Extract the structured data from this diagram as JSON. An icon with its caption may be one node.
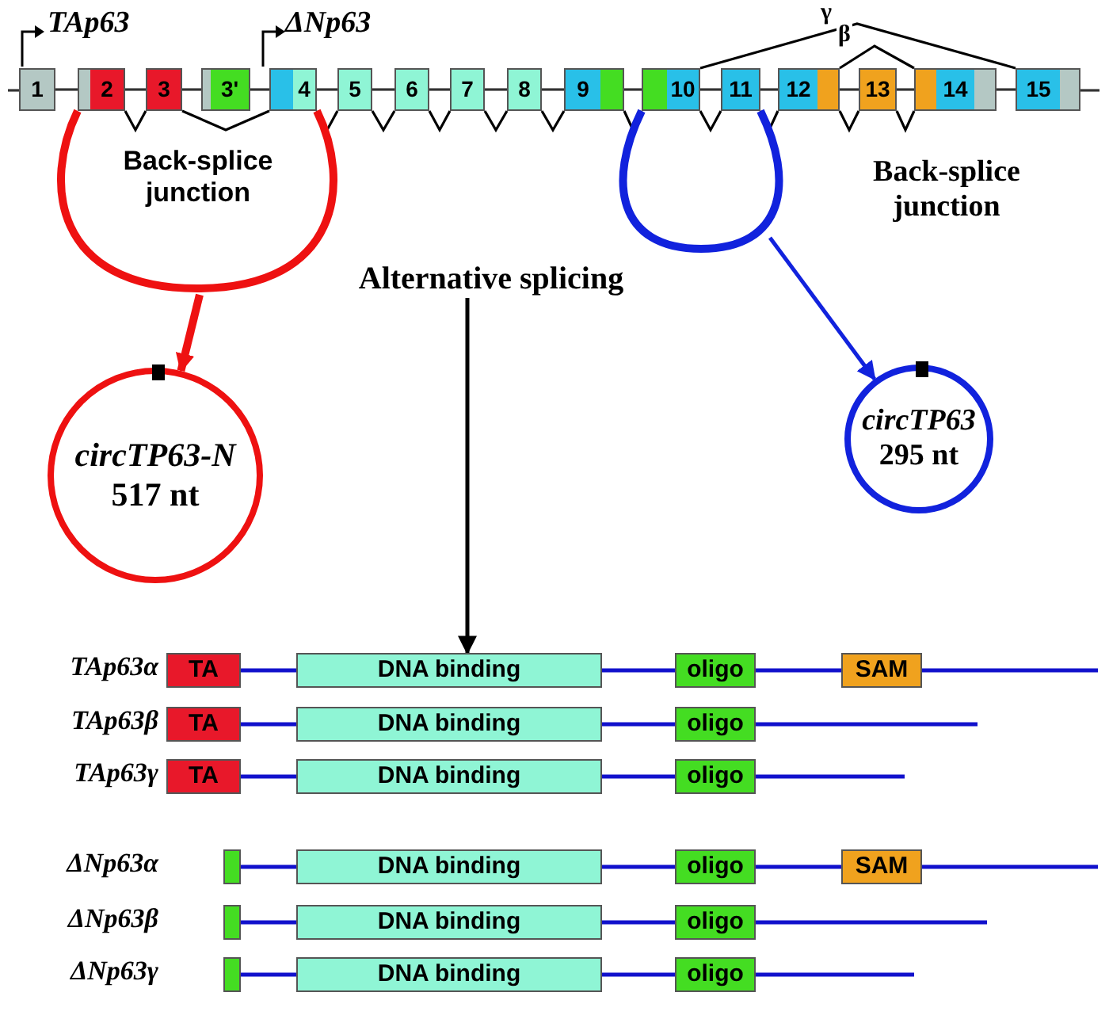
{
  "diagram": {
    "nodes": [
      {
        "text": [
          "1"
        ]
      },
      {
        "text": [
          "2"
        ]
      },
      {
        "text": [
          "3"
        ]
      },
      {
        "text": [
          "3'"
        ]
      },
      {
        "text": [
          "4"
        ]
      },
      {
        "text": [
          "5"
        ]
      },
      {
        "text": [
          "6"
        ]
      },
      {
        "text": [
          "7"
        ]
      },
      {
        "text": [
          "8"
        ]
      },
      {
        "text": [
          "9"
        ]
      },
      {
        "text": [
          "10"
        ]
      },
      {
        "text": [
          "11"
        ]
      },
      {
        "text": [
          "12"
        ]
      },
      {
        "text": [
          "13"
        ]
      },
      {
        "text": [
          "14"
        ]
      },
      {
        "text": [
          "15"
        ]
      },
      {
        "text": [
          "circTP63-N",
          "517 nt"
        ]
      },
      {
        "text": [
          "circTP63",
          "295 nt"
        ]
      },
      {
        "text": [
          "Alternative splicing"
        ]
      },
      {
        "text": [
          "TA"
        ]
      },
      {
        "text": [
          "DNA binding"
        ]
      },
      {
        "text": [
          "oligo"
        ]
      },
      {
        "text": [
          "SAM"
        ]
      },
      {
        "text": [
          "TA"
        ]
      },
      {
        "text": [
          "DNA binding"
        ]
      },
      {
        "text": [
          "oligo"
        ]
      },
      {
        "text": [
          "TA"
        ]
      },
      {
        "text": [
          "DNA binding"
        ]
      },
      {
        "text": [
          "oligo"
        ]
      },
      {
        "text": [],
        "shape": "bar"
      },
      {
        "text": [
          "DNA binding"
        ]
      },
      {
        "text": [
          "oligo"
        ]
      },
      {
        "text": [
          "SAM"
        ]
      },
      {
        "text": [],
        "shape": "bar"
      },
      {
        "text": [
          "DNA binding"
        ]
      },
      {
        "text": [
          "oligo"
        ]
      },
      {
        "text": [],
        "shape": "bar"
      },
      {
        "text": [
          "DNA binding"
        ]
      },
      {
        "text": [
          "oligo"
        ]
      }
    ],
    "edges": [
      {
        "from": 1,
        "to": 2,
        "arrow": "none",
        "color": "#000000"
      },
      {
        "from": 2,
        "to": 4,
        "arrow": "none",
        "color": "#000000"
      },
      {
        "from": 4,
        "to": 5,
        "arrow": "none",
        "color": "#000000"
      },
      {
        "from": 5,
        "to": 6,
        "arrow": "none",
        "color": "#000000"
      },
      {
        "from": 6,
        "to": 7,
        "arrow": "none",
        "color": "#000000"
      },
      {
        "from": 7,
        "to": 8,
        "arrow": "none",
        "color": "#000000"
      },
      {
        "from": 8,
        "to": 9,
        "arrow": "none",
        "color": "#000000"
      },
      {
        "from": 9,
        "to": 10,
        "arrow": "none",
        "color": "#000000"
      },
      {
        "from": 10,
        "to": 11,
        "arrow": "none",
        "color": "#000000"
      },
      {
        "from": 11,
        "to": 12,
        "arrow": "none",
        "color": "#000000"
      },
      {
        "from": 12,
        "to": 13,
        "arrow": "none",
        "color": "#000000"
      },
      {
        "from": 13,
        "to": 14,
        "arrow": "none",
        "color": "#000000"
      },
      {
        "from": 10,
        "to": 15,
        "arrow": "none",
        "label": "γ",
        "color": "#000000"
      },
      {
        "from": 12,
        "to": 14,
        "arrow": "none",
        "label": "β",
        "color": "#000000"
      },
      {
        "from": 1,
        "to": 4,
        "arrow": "none",
        "style": "thick",
        "color": "#ee1111"
      },
      {
        "from": 10,
        "to": 11,
        "arrow": "none",
        "style": "thick",
        "color": "#1122dd"
      },
      {
        "from": null,
        "to": 16,
        "arrow": "to",
        "style": "thick",
        "color": "#ee1111"
      },
      {
        "from": null,
        "to": 17,
        "arrow": "to",
        "color": "#1122dd"
      },
      {
        "from": 18,
        "to": 20,
        "arrow": "to",
        "color": "#000000"
      },
      {
        "from": 19,
        "to": 20,
        "arrow": "none",
        "color": "#1111cc"
      },
      {
        "from": 20,
        "to": 21,
        "arrow": "none",
        "color": "#1111cc"
      },
      {
        "from": 21,
        "to": 22,
        "arrow": "none",
        "color": "#1111cc"
      },
      {
        "from": 22,
        "to": null,
        "arrow": "none",
        "color": "#1111cc"
      },
      {
        "from": 23,
        "to": 24,
        "arrow": "none",
        "color": "#1111cc"
      },
      {
        "from": 24,
        "to": 25,
        "arrow": "none",
        "color": "#1111cc"
      },
      {
        "from": 25,
        "to": null,
        "arrow": "none",
        "color": "#1111cc"
      },
      {
        "from": 26,
        "to": 27,
        "arrow": "none",
        "color": "#1111cc"
      },
      {
        "from": 27,
        "to": 28,
        "arrow": "none",
        "color": "#1111cc"
      },
      {
        "from": 28,
        "to": null,
        "arrow": "none",
        "color": "#1111cc"
      },
      {
        "from": 29,
        "to": 30,
        "arrow": "none",
        "color": "#1111cc"
      },
      {
        "from": 30,
        "to": 31,
        "arrow": "none",
        "color": "#1111cc"
      },
      {
        "from": 31,
        "to": 32,
        "arrow": "none",
        "color": "#1111cc"
      },
      {
        "from": 32,
        "to": null,
        "arrow": "none",
        "color": "#1111cc"
      },
      {
        "from": 33,
        "to": 34,
        "arrow": "none",
        "color": "#1111cc"
      },
      {
        "from": 34,
        "to": 35,
        "arrow": "none",
        "color": "#1111cc"
      },
      {
        "from": 35,
        "to": null,
        "arrow": "none",
        "color": "#1111cc"
      },
      {
        "from": 36,
        "to": 37,
        "arrow": "none",
        "color": "#1111cc"
      },
      {
        "from": 37,
        "to": 38,
        "arrow": "none",
        "color": "#1111cc"
      },
      {
        "from": 38,
        "to": null,
        "arrow": "none",
        "color": "#1111cc"
      },
      {
        "from": null,
        "to": 0,
        "arrow": "none",
        "color": "#333333"
      },
      {
        "from": 0,
        "to": 1,
        "arrow": "none",
        "color": "#333333"
      },
      {
        "from": 1,
        "to": 2,
        "arrow": "none",
        "color": "#333333"
      },
      {
        "from": 2,
        "to": 3,
        "arrow": "none",
        "color": "#333333"
      },
      {
        "from": 3,
        "to": 4,
        "arrow": "none",
        "color": "#333333"
      },
      {
        "from": 4,
        "to": 5,
        "arrow": "none",
        "color": "#333333"
      },
      {
        "from": 5,
        "to": 6,
        "arrow": "none",
        "color": "#333333"
      },
      {
        "from": 6,
        "to": 7,
        "arrow": "none",
        "color": "#333333"
      },
      {
        "from": 7,
        "to": 8,
        "arrow": "none",
        "color": "#333333"
      },
      {
        "from": 8,
        "to": 9,
        "arrow": "none",
        "color": "#333333"
      },
      {
        "from": 9,
        "to": 10,
        "arrow": "none",
        "color": "#333333"
      },
      {
        "from": 10,
        "to": 11,
        "arrow": "none",
        "color": "#333333"
      },
      {
        "from": 11,
        "to": 12,
        "arrow": "none",
        "color": "#333333"
      },
      {
        "from": 12,
        "to": 13,
        "arrow": "none",
        "color": "#333333"
      },
      {
        "from": 13,
        "to": 14,
        "arrow": "none",
        "color": "#333333"
      },
      {
        "from": 14,
        "to": 15,
        "arrow": "none",
        "color": "#333333"
      },
      {
        "from": 15,
        "to": null,
        "arrow": "none",
        "color": "#333333"
      }
    ],
    "labels": [
      "TAp63",
      "ΔNp63",
      "Back-splice junction",
      "Back-splice junction",
      "TAp63α",
      "TAp63β",
      "TAp63γ",
      "ΔNp63α",
      "ΔNp63β",
      "ΔNp63γ"
    ]
  }
}
